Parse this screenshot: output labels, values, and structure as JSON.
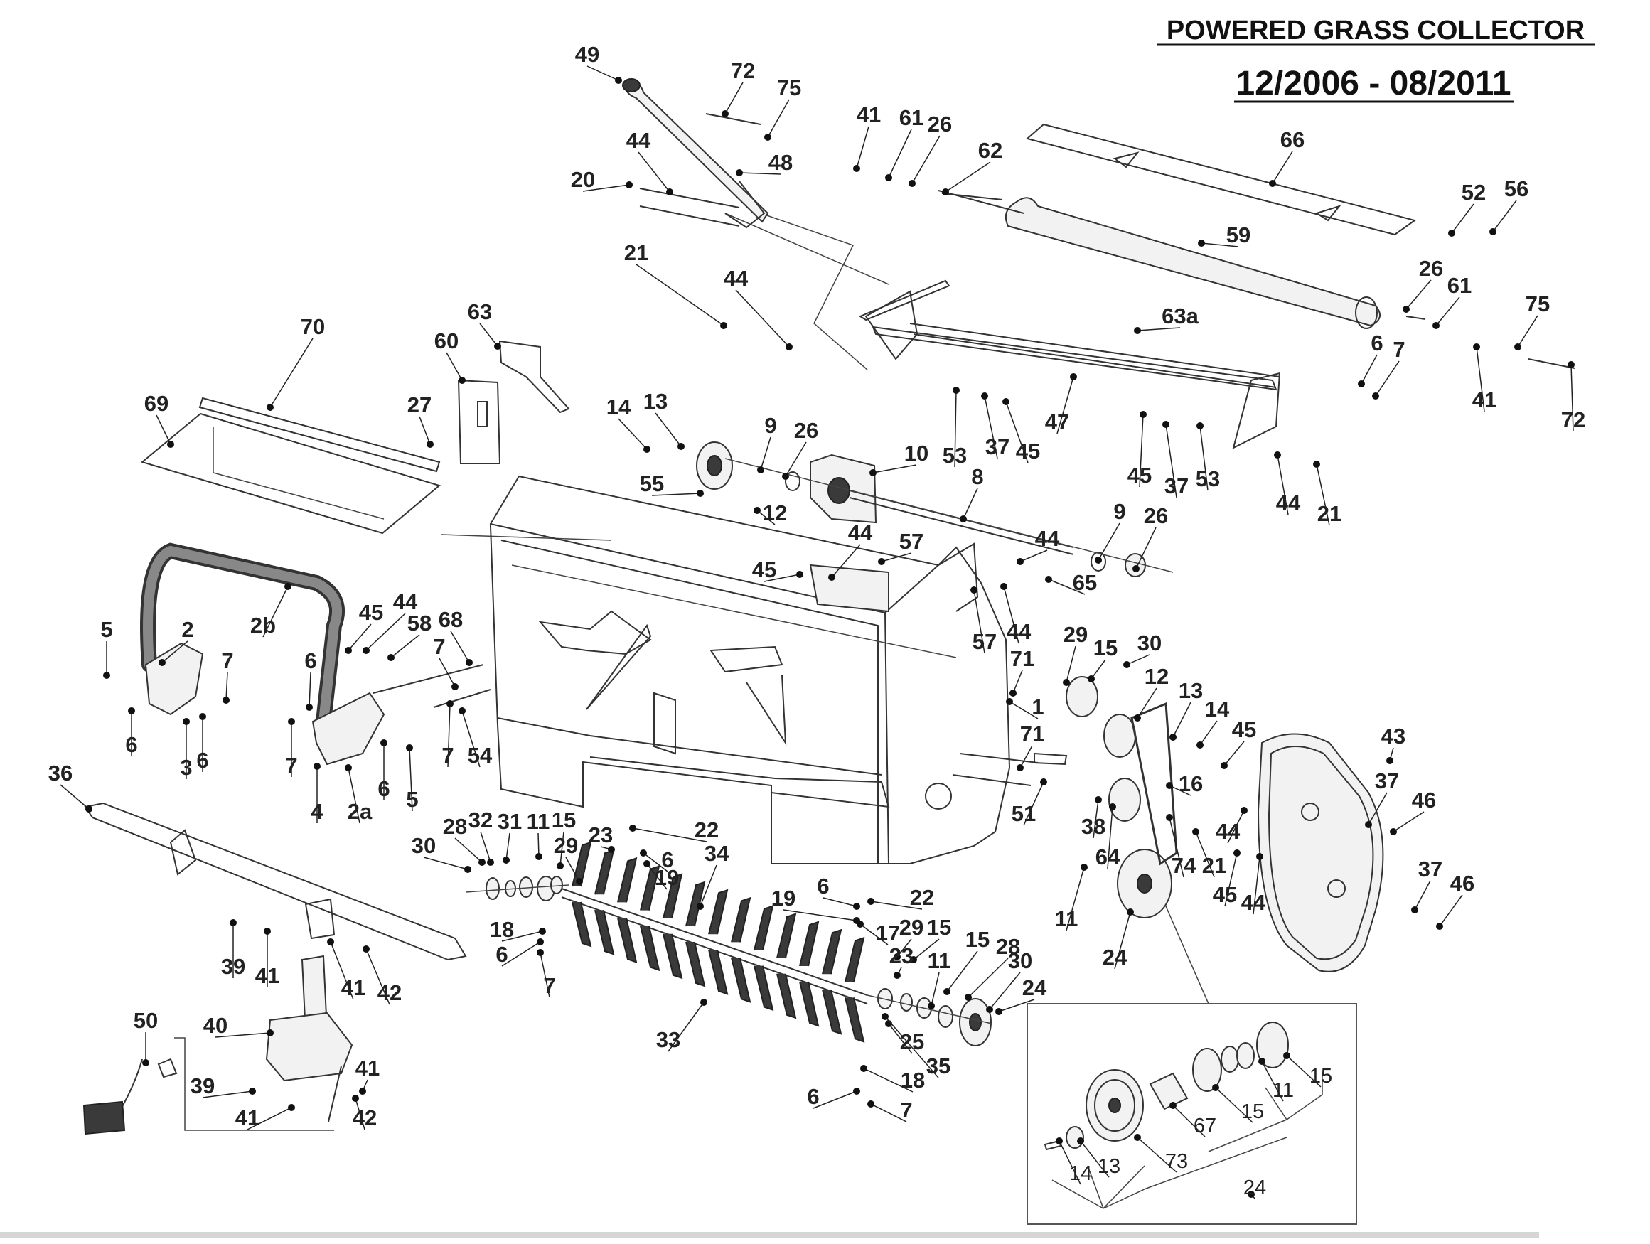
{
  "title": "POWERED GRASS COLLECTOR",
  "date_range": "12/2006 - 08/2011",
  "callouts": [
    {
      "label": "49"
    },
    {
      "label": "72"
    },
    {
      "label": "75"
    },
    {
      "label": "44"
    },
    {
      "label": "48"
    },
    {
      "label": "20"
    },
    {
      "label": "41"
    },
    {
      "label": "61"
    },
    {
      "label": "26"
    },
    {
      "label": "62"
    },
    {
      "label": "66"
    },
    {
      "label": "52"
    },
    {
      "label": "56"
    },
    {
      "label": "59"
    },
    {
      "label": "21"
    },
    {
      "label": "44"
    },
    {
      "label": "26"
    },
    {
      "label": "61"
    },
    {
      "label": "75"
    },
    {
      "label": "63a"
    },
    {
      "label": "6"
    },
    {
      "label": "7"
    },
    {
      "label": "41"
    },
    {
      "label": "72"
    },
    {
      "label": "70"
    },
    {
      "label": "63"
    },
    {
      "label": "60"
    },
    {
      "label": "69"
    },
    {
      "label": "27"
    },
    {
      "label": "53"
    },
    {
      "label": "37"
    },
    {
      "label": "45"
    },
    {
      "label": "47"
    },
    {
      "label": "45"
    },
    {
      "label": "37"
    },
    {
      "label": "53"
    },
    {
      "label": "44"
    },
    {
      "label": "21"
    },
    {
      "label": "14"
    },
    {
      "label": "13"
    },
    {
      "label": "9"
    },
    {
      "label": "26"
    },
    {
      "label": "10"
    },
    {
      "label": "55"
    },
    {
      "label": "12"
    },
    {
      "label": "8"
    },
    {
      "label": "9"
    },
    {
      "label": "26"
    },
    {
      "label": "44"
    },
    {
      "label": "57"
    },
    {
      "label": "45"
    },
    {
      "label": "44"
    },
    {
      "label": "65"
    },
    {
      "label": "44"
    },
    {
      "label": "57"
    },
    {
      "label": "5"
    },
    {
      "label": "2"
    },
    {
      "label": "2b"
    },
    {
      "label": "45"
    },
    {
      "label": "44"
    },
    {
      "label": "58"
    },
    {
      "label": "68"
    },
    {
      "label": "7"
    },
    {
      "label": "6"
    },
    {
      "label": "7"
    },
    {
      "label": "6"
    },
    {
      "label": "3"
    },
    {
      "label": "6"
    },
    {
      "label": "7"
    },
    {
      "label": "4"
    },
    {
      "label": "2a"
    },
    {
      "label": "6"
    },
    {
      "label": "5"
    },
    {
      "label": "7"
    },
    {
      "label": "54"
    },
    {
      "label": "29"
    },
    {
      "label": "15"
    },
    {
      "label": "30"
    },
    {
      "label": "71"
    },
    {
      "label": "1"
    },
    {
      "label": "12"
    },
    {
      "label": "13"
    },
    {
      "label": "14"
    },
    {
      "label": "71"
    },
    {
      "label": "45"
    },
    {
      "label": "43"
    },
    {
      "label": "16"
    },
    {
      "label": "51"
    },
    {
      "label": "38"
    },
    {
      "label": "64"
    },
    {
      "label": "37"
    },
    {
      "label": "46"
    },
    {
      "label": "44"
    },
    {
      "label": "74"
    },
    {
      "label": "21"
    },
    {
      "label": "45"
    },
    {
      "label": "44"
    },
    {
      "label": "37"
    },
    {
      "label": "46"
    },
    {
      "label": "11"
    },
    {
      "label": "24"
    },
    {
      "label": "36"
    },
    {
      "label": "30"
    },
    {
      "label": "28"
    },
    {
      "label": "32"
    },
    {
      "label": "31"
    },
    {
      "label": "11"
    },
    {
      "label": "15"
    },
    {
      "label": "23"
    },
    {
      "label": "22"
    },
    {
      "label": "29"
    },
    {
      "label": "6"
    },
    {
      "label": "19"
    },
    {
      "label": "34"
    },
    {
      "label": "18"
    },
    {
      "label": "6"
    },
    {
      "label": "7"
    },
    {
      "label": "19"
    },
    {
      "label": "6"
    },
    {
      "label": "22"
    },
    {
      "label": "17"
    },
    {
      "label": "29"
    },
    {
      "label": "15"
    },
    {
      "label": "23"
    },
    {
      "label": "15"
    },
    {
      "label": "28"
    },
    {
      "label": "11"
    },
    {
      "label": "30"
    },
    {
      "label": "24"
    },
    {
      "label": "33"
    },
    {
      "label": "25"
    },
    {
      "label": "35"
    },
    {
      "label": "18"
    },
    {
      "label": "6"
    },
    {
      "label": "7"
    },
    {
      "label": "39"
    },
    {
      "label": "41"
    },
    {
      "label": "41"
    },
    {
      "label": "42"
    },
    {
      "label": "50"
    },
    {
      "label": "40"
    },
    {
      "label": "39"
    },
    {
      "label": "41"
    },
    {
      "label": "41"
    },
    {
      "label": "42"
    }
  ],
  "inset_callouts": [
    {
      "label": "15"
    },
    {
      "label": "11"
    },
    {
      "label": "15"
    },
    {
      "label": "67"
    },
    {
      "label": "73"
    },
    {
      "label": "13"
    },
    {
      "label": "14"
    },
    {
      "label": "24"
    }
  ]
}
